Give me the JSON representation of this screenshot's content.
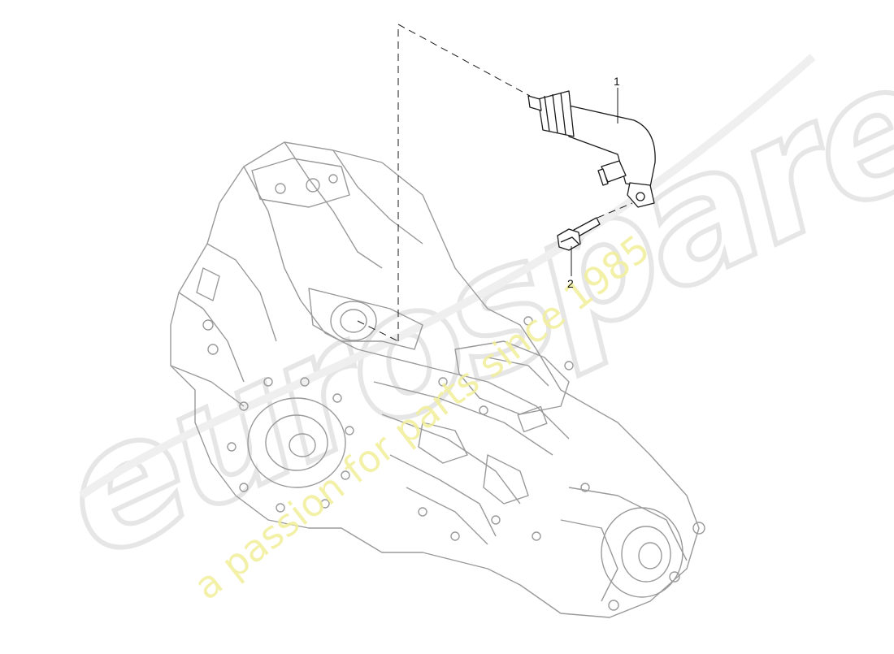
{
  "diagram": {
    "callouts": [
      {
        "id": "1",
        "text": "1"
      },
      {
        "id": "2",
        "text": "2"
      }
    ]
  },
  "watermark": {
    "logo_text": "eurospares",
    "tagline": "a passion for parts since 1985",
    "colors": {
      "logo": "#e8e8e8",
      "tagline": "#f2ef9a"
    }
  },
  "colors": {
    "line": "#9a9a9a",
    "part_line": "#1a1a1a",
    "background": "#ffffff"
  }
}
